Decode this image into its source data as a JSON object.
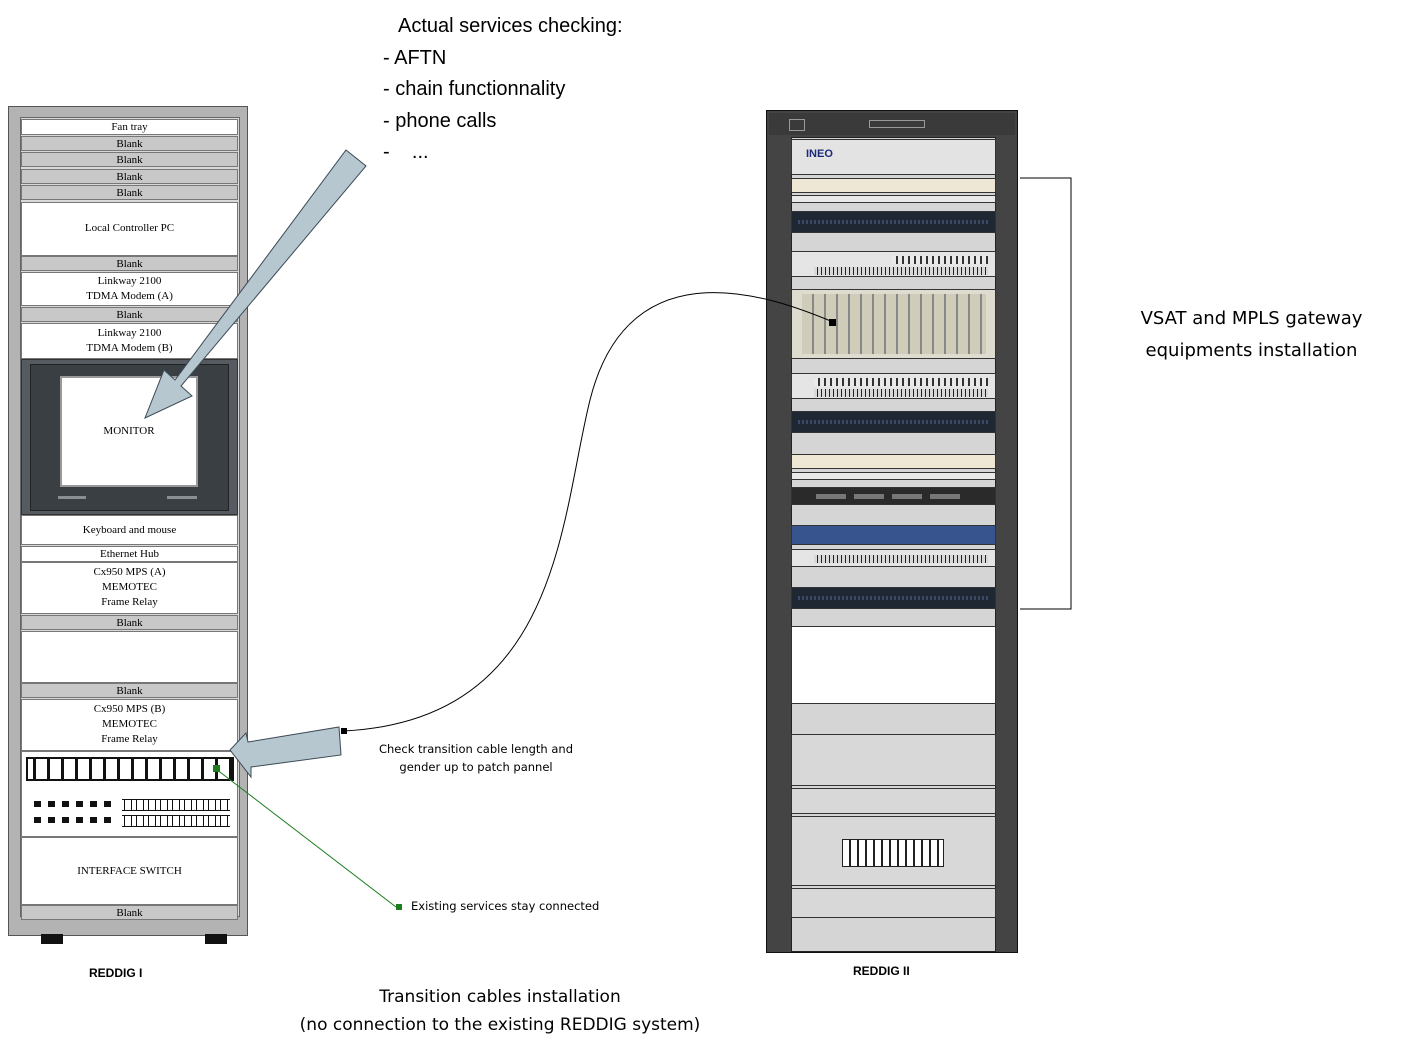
{
  "services_note": {
    "title": "Actual services checking:",
    "items": [
      "- AFTN",
      "- chain functionnality",
      "- phone calls",
      "-    ..."
    ]
  },
  "rack1": {
    "caption": "REDDIG I",
    "units": {
      "fan_tray": "Fan tray",
      "blank": "Blank",
      "local_pc": "Local Controller PC",
      "modem_a_1": "Linkway 2100",
      "modem_a_2": "TDMA Modem (A)",
      "modem_b_1": "Linkway 2100",
      "modem_b_2": "TDMA Modem (B)",
      "monitor": "MONITOR",
      "keyboard": "Keyboard and mouse",
      "hub": "Ethernet Hub",
      "mps_a_1": "Cx950 MPS (A)",
      "mps_a_2": "MEMOTEC",
      "mps_a_3": "Frame Relay",
      "mps_b_1": "Cx950 MPS (B)",
      "mps_b_2": "MEMOTEC",
      "mps_b_3": "Frame Relay",
      "interface_switch": "INTERFACE SWITCH"
    }
  },
  "rack2": {
    "caption": "REDDIG II",
    "brand": "INEO"
  },
  "annotations": {
    "vsat_1": "VSAT and MPLS gateway",
    "vsat_2": "equipments installation",
    "check_1": "Check transition cable length and",
    "check_2": "gender up to patch pannel",
    "existing": "Existing services stay connected",
    "bottom_1": "Transition cables installation",
    "bottom_2": "(no connection to the existing REDDIG system)"
  },
  "colors": {
    "arrow_fill": "#b7c7cf",
    "green_line": "#1e7d1e",
    "rack2_frame": "#444444"
  }
}
